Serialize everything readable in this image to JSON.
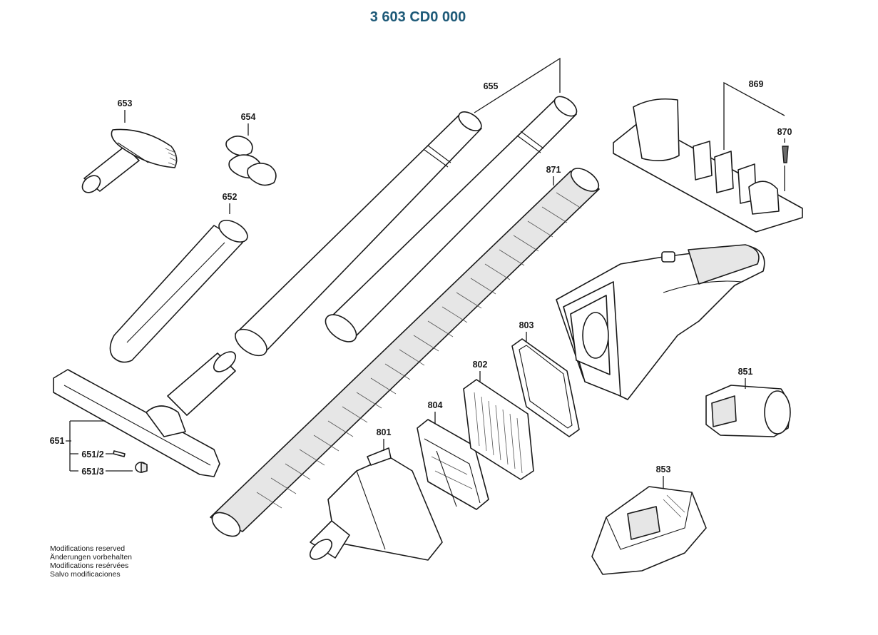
{
  "title": "3 603 CD0 000",
  "callouts": {
    "p653": "653",
    "p654": "654",
    "p655": "655",
    "p869": "869",
    "p870": "870",
    "p871": "871",
    "p652": "652",
    "p651": "651",
    "p651_2": "651/2",
    "p651_3": "651/3",
    "p801": "801",
    "p802": "802",
    "p803": "803",
    "p804": "804",
    "p851": "851",
    "p853": "853"
  },
  "notes": [
    "Modifications reserved",
    "Änderungen vorbehalten",
    "Modifications resérvées",
    "Salvo modificaciones"
  ],
  "colors": {
    "title": "#1e5a78",
    "line": "#1a1a1a"
  }
}
